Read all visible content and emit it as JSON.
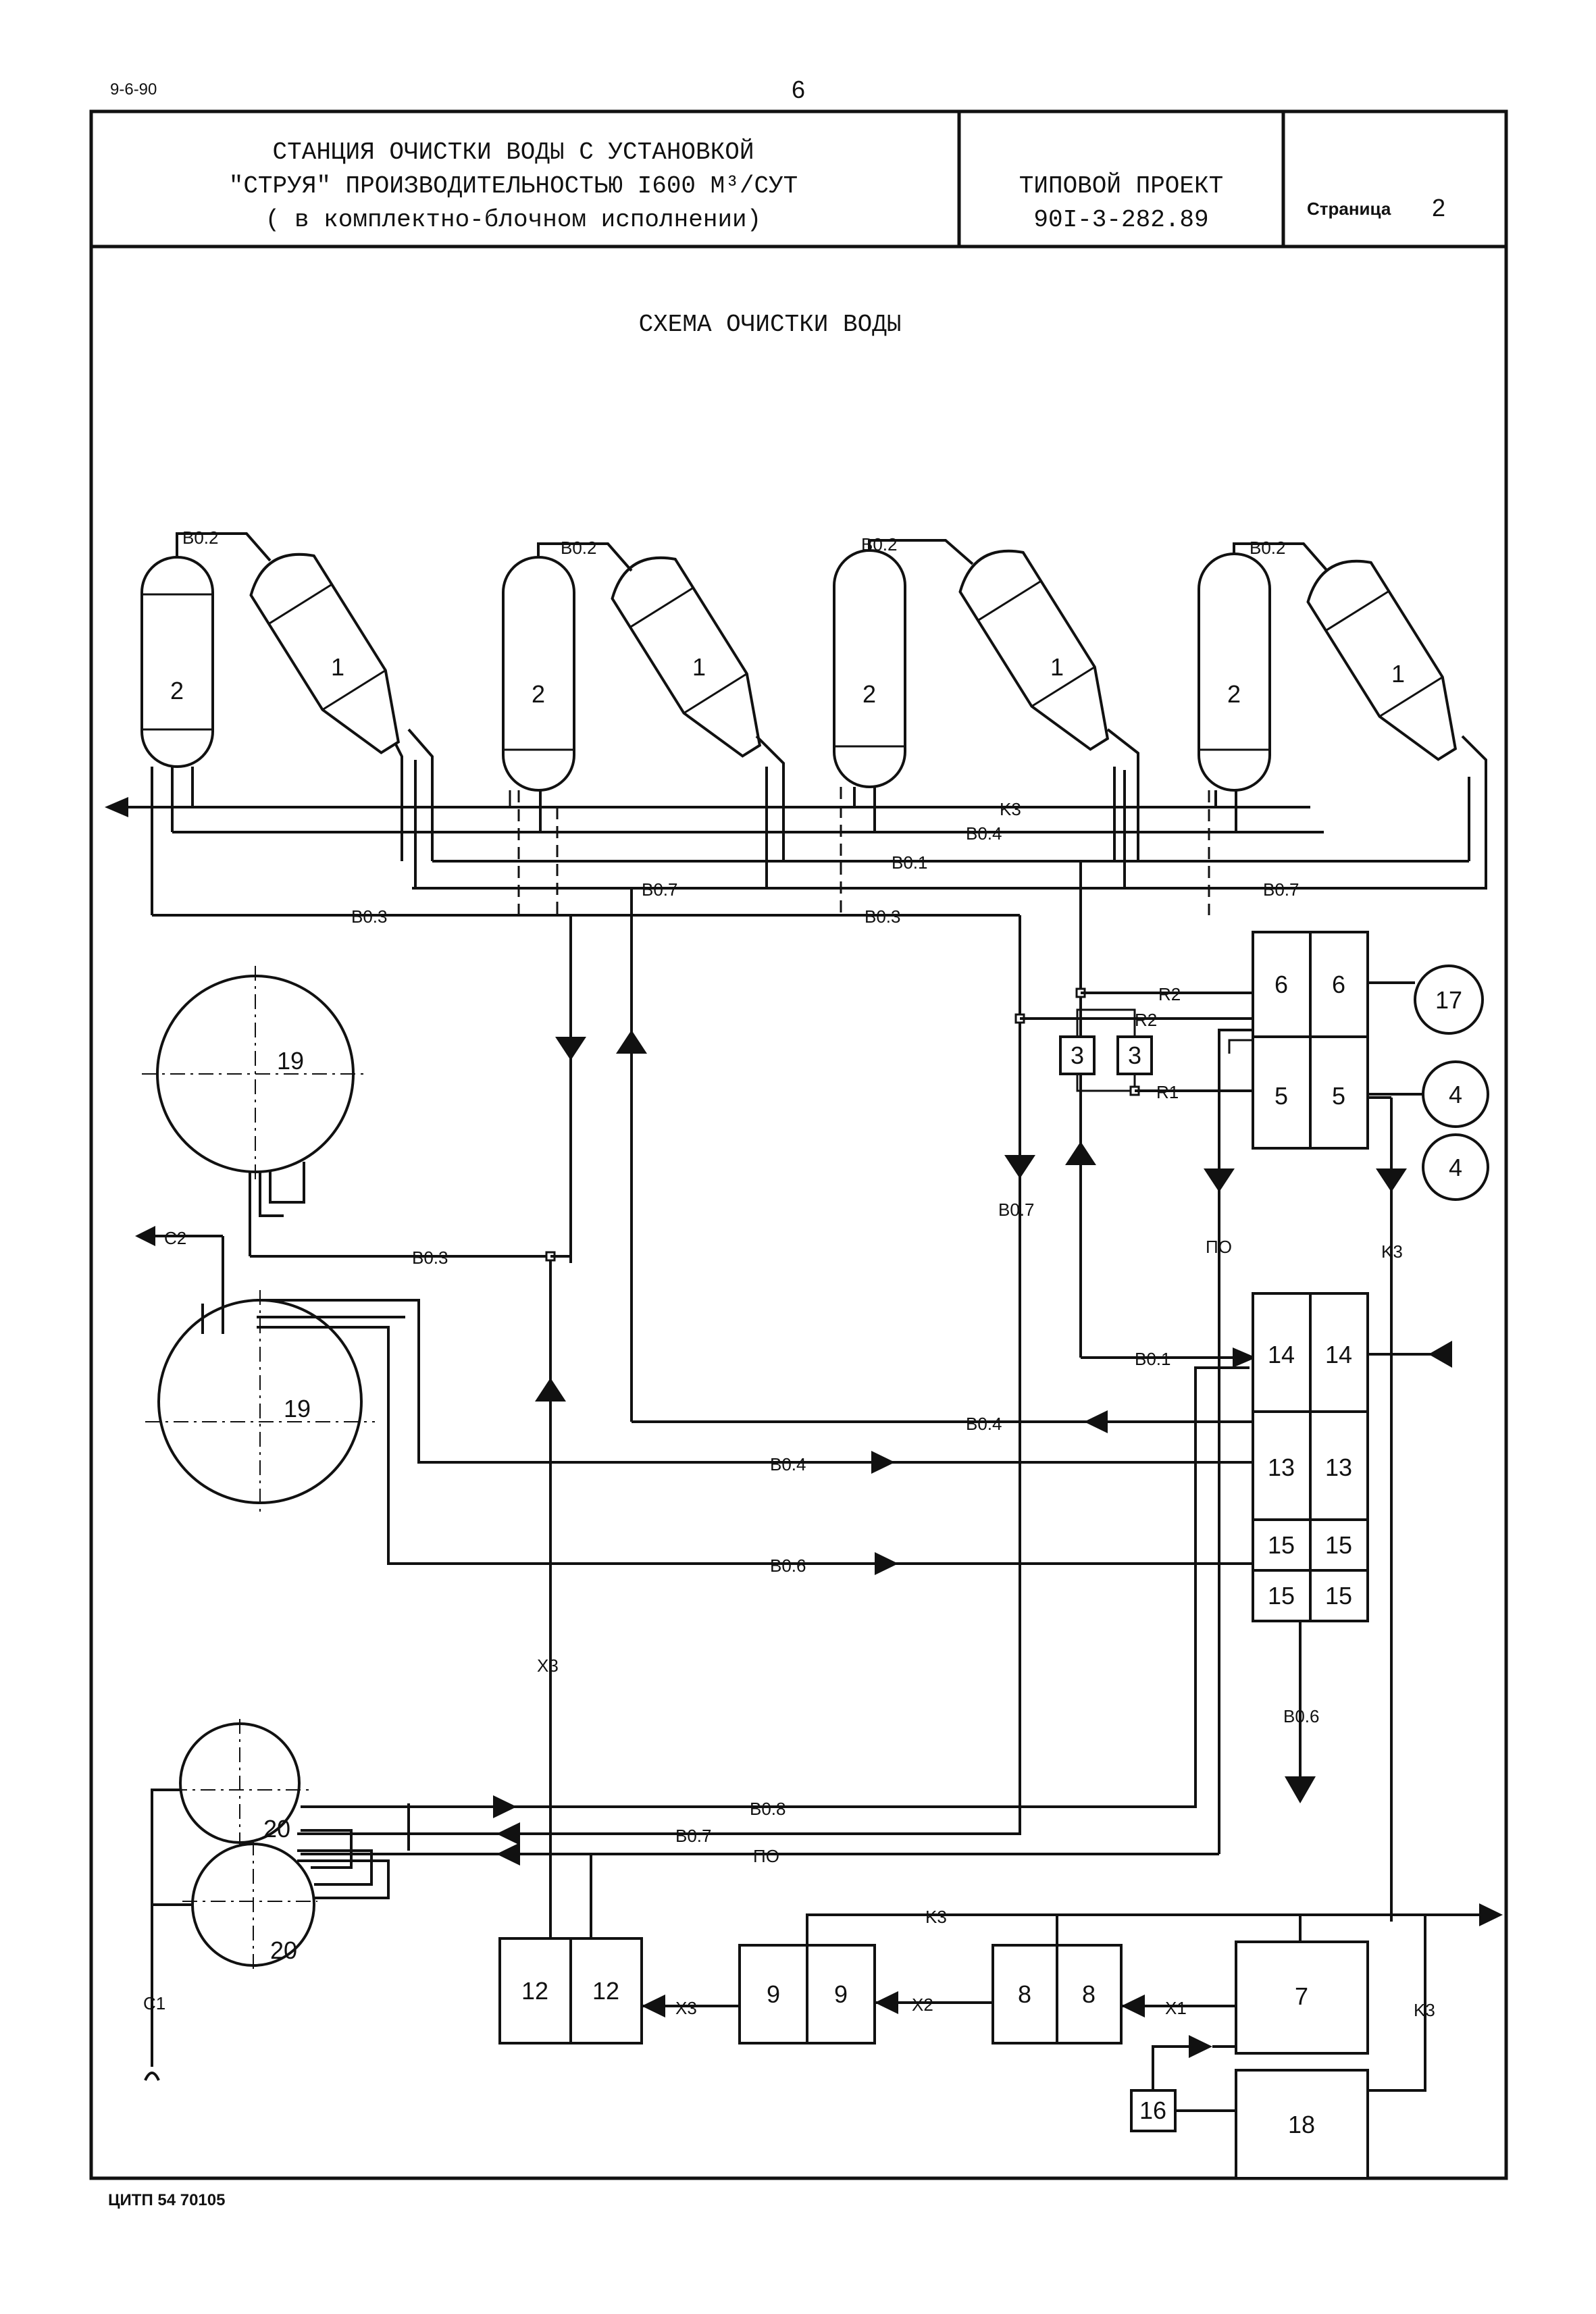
{
  "page": {
    "corner_code": "9-6-90",
    "page_number": "6",
    "title_line1": "СТАНЦИЯ ОЧИСТКИ ВОДЫ С УСТАНОВКОЙ",
    "title_line2": "\"СТРУЯ\" ПРОИЗВОДИТЕЛЬНОСТЬЮ I600 М³/СУТ",
    "title_line3": "( в комплектно-блочном исполнении)",
    "project_label": "ТИПОВОЙ ПРОЕКТ",
    "project_code": "90I-3-282.89",
    "sheet_label": "Страница",
    "sheet_number": "2",
    "footer": "ЦИТП 54 70105"
  },
  "diagram": {
    "title": "СХЕМА ОЧИСТКИ ВОДЫ",
    "lines": {
      "b02": "B0.2",
      "b01": "B0.1",
      "b03": "B0.3",
      "b04": "B0.4",
      "b06": "B0.6",
      "b07": "B0.7",
      "b08": "B0.8",
      "k3": "K3",
      "r1": "R1",
      "r2": "R2",
      "po": "ПО",
      "c1": "C1",
      "c2": "C2",
      "x1": "X1",
      "x2": "X2",
      "x3": "X3"
    },
    "equipment": {
      "n1": "1",
      "n2": "2",
      "n3": "3",
      "n4": "4",
      "n5": "5",
      "n6": "6",
      "n7": "7",
      "n8": "8",
      "n9": "9",
      "n12": "12",
      "n13": "13",
      "n14": "14",
      "n15": "15",
      "n16": "16",
      "n17": "17",
      "n18": "18",
      "n19": "19",
      "n20": "20"
    }
  }
}
